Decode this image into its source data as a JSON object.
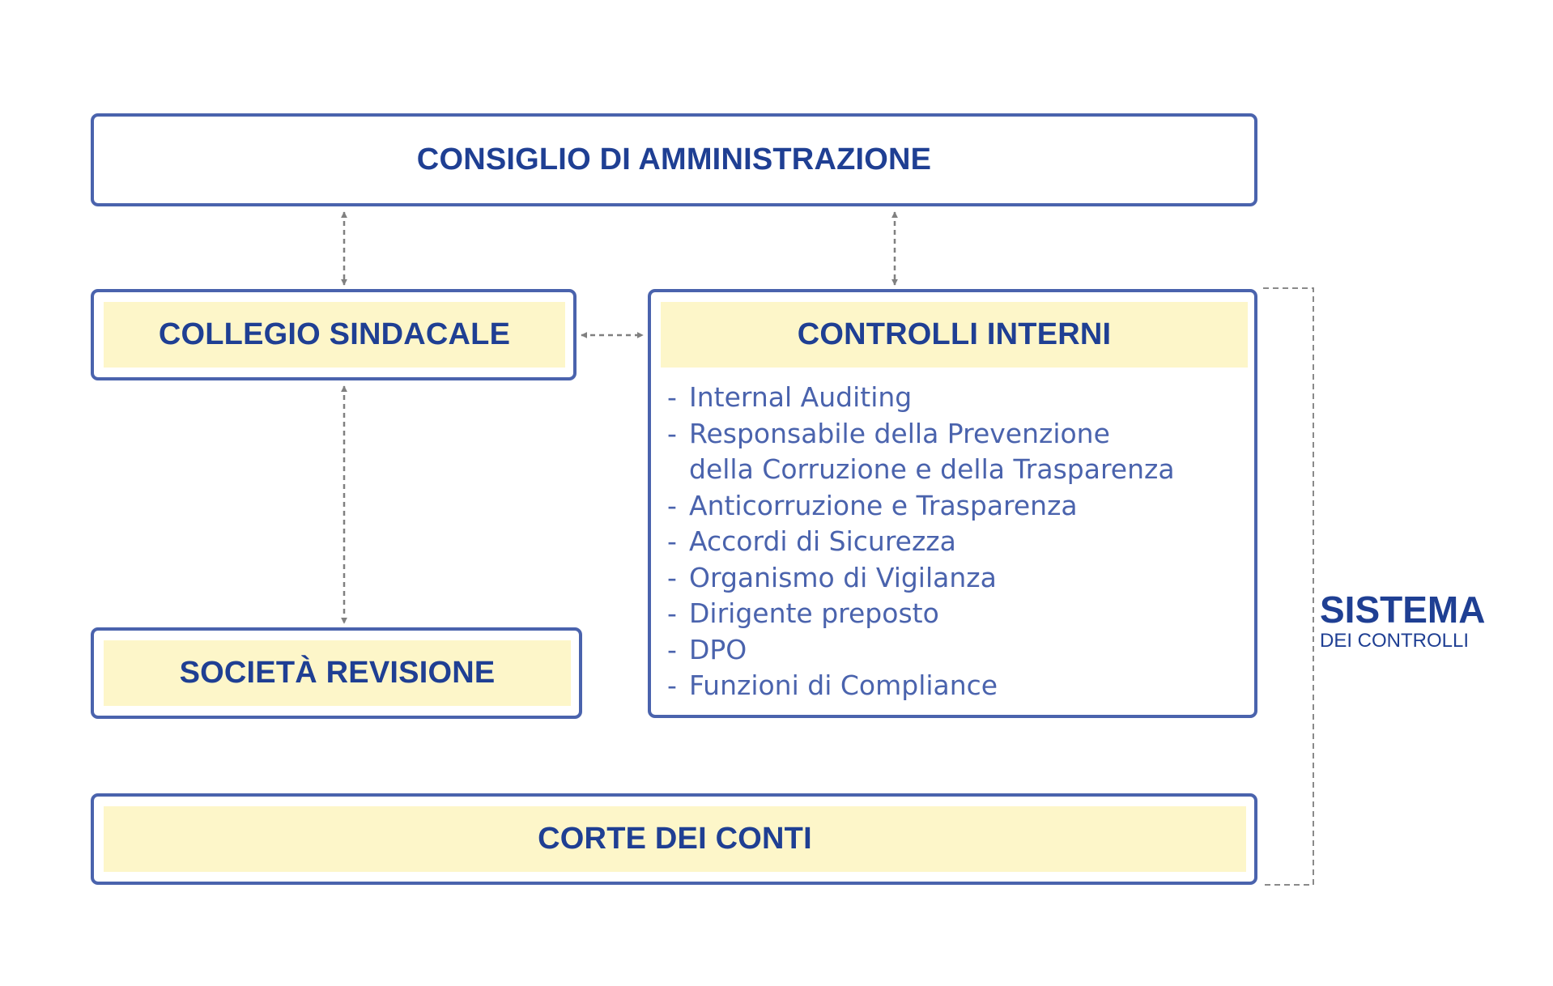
{
  "diagram": {
    "board": "CONSIGLIO DI AMMINISTRAZIONE",
    "collegio": "COLLEGIO SINDACALE",
    "societa": "SOCIETÀ REVISIONE",
    "controlli": {
      "title": "CONTROLLI INTERNI",
      "items": [
        "Internal Auditing",
        "Responsabile della Prevenzione",
        "della Corruzione e della Trasparenza",
        "Anticorruzione e Trasparenza",
        "Accordi di Sicurezza",
        "Organismo di Vigilanza",
        "Dirigente preposto",
        "DPO",
        "Funzioni di Compliance"
      ]
    },
    "corte": "CORTE DEI CONTI",
    "sistema": {
      "title": "SISTEMA",
      "subtitle": "DEI CONTROLLI"
    }
  },
  "colors": {
    "border": "#4a63ad",
    "title_text": "#1f3f93",
    "item_text": "#4a63ad",
    "highlight": "#fdf6c9",
    "connector": "#808080"
  }
}
